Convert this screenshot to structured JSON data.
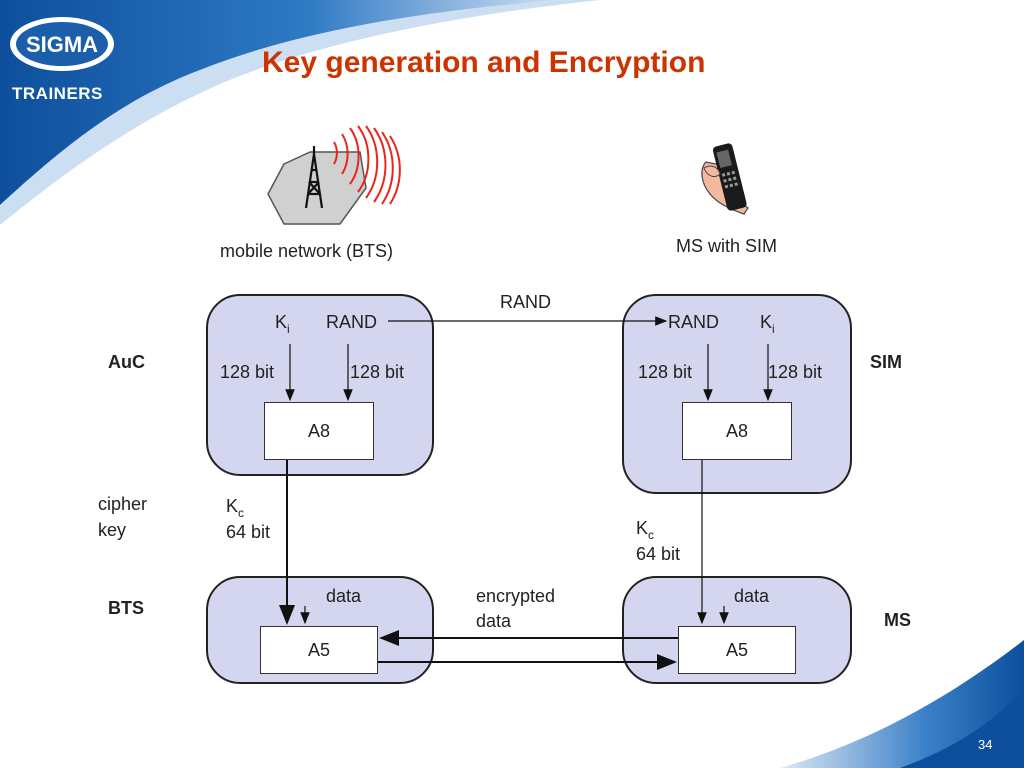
{
  "slide": {
    "title": "Key generation and Encryption",
    "logo_text": "SIGMA",
    "logo_subtext": "TRAINERS",
    "page_number": "34"
  },
  "colors": {
    "title": "#cc3300",
    "brand_blue": "#1b5faa",
    "region_fill": "#d3d6ee",
    "signal_red": "#e8261c"
  },
  "diagram": {
    "network_label": "mobile network (BTS)",
    "ms_label": "MS with SIM",
    "side_labels": {
      "auc": "AuC",
      "sim": "SIM",
      "bts": "BTS",
      "ms": "MS"
    },
    "cipher_key": {
      "line1": "cipher",
      "line2": "key"
    },
    "rand_top": "RAND",
    "left": {
      "ki": "K",
      "ki_sub": "i",
      "rand": "RAND",
      "bits_ki": "128 bit",
      "bits_rand": "128 bit",
      "a8": "A8",
      "kc": "K",
      "kc_sub": "c",
      "kc_bits": "64 bit",
      "data": "data",
      "a5": "A5"
    },
    "right": {
      "ki": "K",
      "ki_sub": "i",
      "rand": "RAND",
      "bits_rand": "128 bit",
      "bits_ki": "128 bit",
      "a8": "A8",
      "kc": "K",
      "kc_sub": "c",
      "kc_bits": "64 bit",
      "data": "data",
      "a5": "A5"
    },
    "encrypted": {
      "line1": "encrypted",
      "line2": "data"
    },
    "icons": [
      "bts-tower-icon",
      "radio-waves-icon",
      "mobile-phone-hand-icon"
    ]
  }
}
